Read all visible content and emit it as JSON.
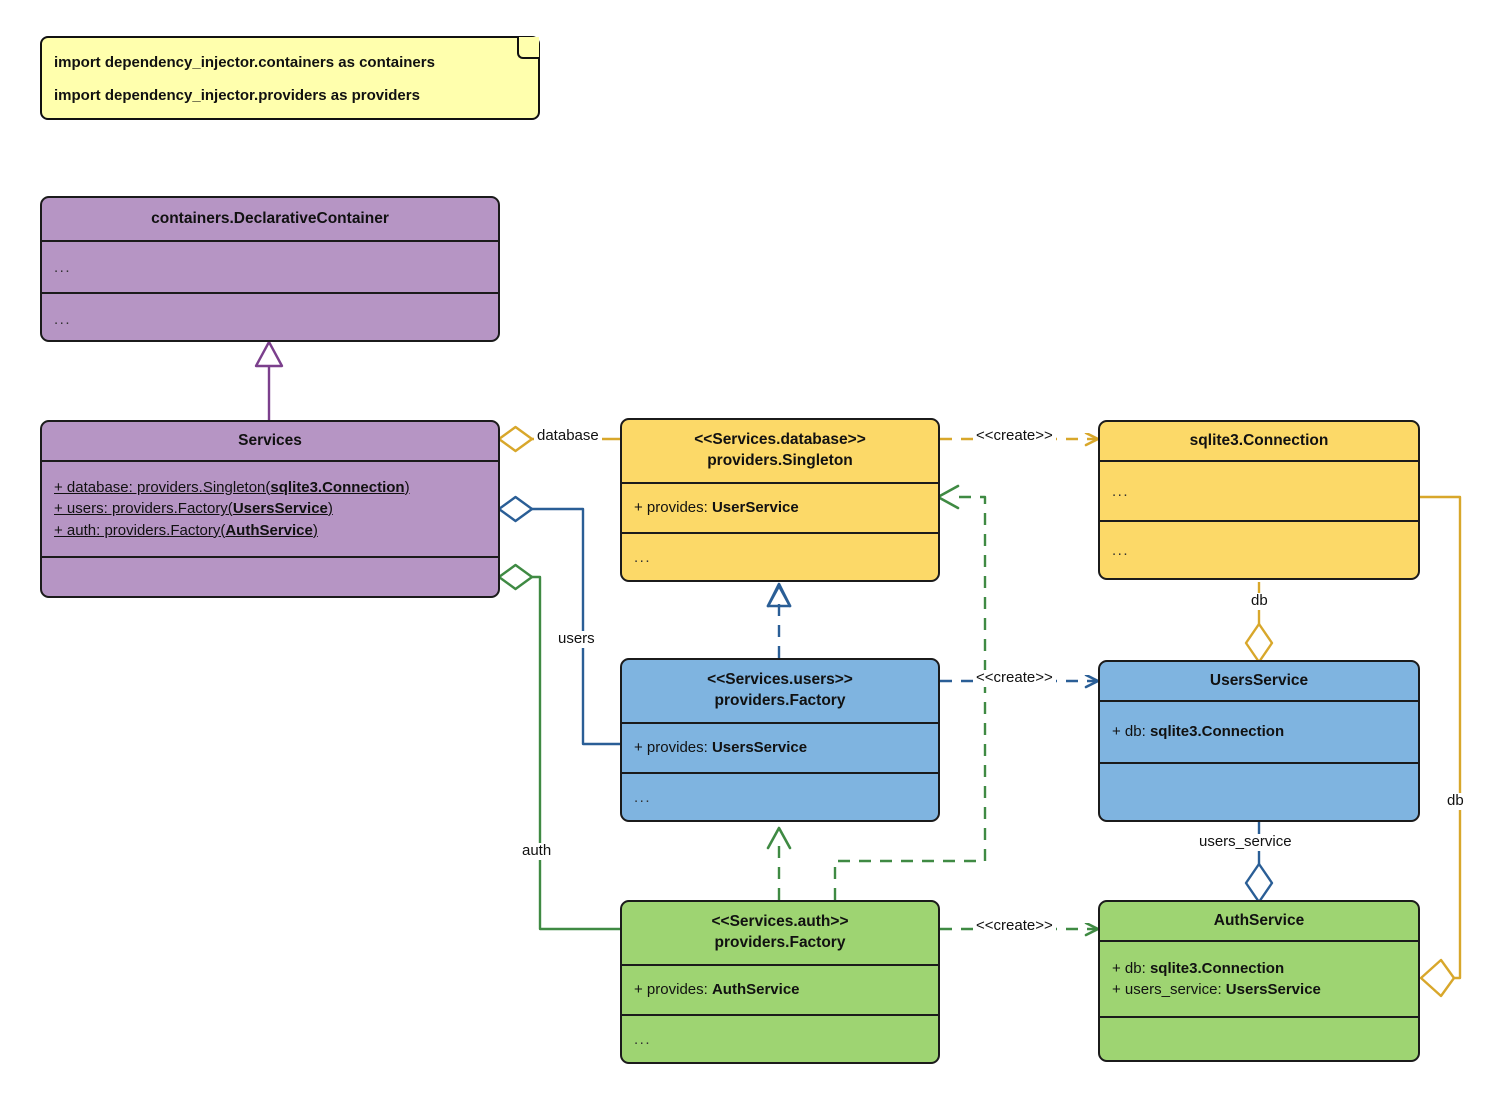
{
  "diagram": {
    "kind": "uml-class-diagram",
    "title": "dependency_injector Services container UML",
    "colors": {
      "purple": "#b695c4",
      "yellow": "#fcd968",
      "blue": "#7fb4e0",
      "green": "#9ed472",
      "note": "#ffffad",
      "outline": "#1b1b1b",
      "purple_edge": "#7b3f8c",
      "yellow_edge": "#d8a72b",
      "blue_edge": "#2a5e96",
      "green_edge": "#3f8a43"
    }
  },
  "note": {
    "name": "imports-note",
    "line1": "import dependency_injector.containers as containers",
    "line2": "import dependency_injector.providers as providers"
  },
  "classes": {
    "declarative_container": {
      "title": "containers.DeclarativeContainer",
      "attrs": "...",
      "methods": "..."
    },
    "services": {
      "title": "Services",
      "attrs": [
        {
          "prefix": "+ database: providers.Singleton(",
          "bold": "sqlite3.Connection",
          "suffix": ")"
        },
        {
          "prefix": "+ users: providers.Factory(",
          "bold": "UsersService",
          "suffix": ")"
        },
        {
          "prefix": "+ auth: providers.Factory(",
          "bold": "AuthService",
          "suffix": ")"
        }
      ],
      "methods": ""
    },
    "provider_database": {
      "stereotype": "<<Services.database>>",
      "title": "providers.Singleton",
      "attr_prefix": "+ provides: ",
      "attr_bold": "UserService",
      "methods": "..."
    },
    "provider_users": {
      "stereotype": "<<Services.users>>",
      "title": "providers.Factory",
      "attr_prefix": "+ provides: ",
      "attr_bold": "UsersService",
      "methods": "..."
    },
    "provider_auth": {
      "stereotype": "<<Services.auth>>",
      "title": "providers.Factory",
      "attr_prefix": "+ provides: ",
      "attr_bold": "AuthService",
      "methods": "..."
    },
    "sqlite_connection": {
      "title": "sqlite3.Connection",
      "attrs": "...",
      "methods": "..."
    },
    "users_service": {
      "title": "UsersService",
      "attr_prefix": "+ db: ",
      "attr_bold": "sqlite3.Connection",
      "methods": ""
    },
    "auth_service": {
      "title": "AuthService",
      "attrs": [
        {
          "prefix": "+ db: ",
          "bold": "sqlite3.Connection",
          "suffix": ""
        },
        {
          "prefix": "+ users_service: ",
          "bold": "UsersService",
          "suffix": ""
        }
      ],
      "methods": ""
    }
  },
  "edges": {
    "label_database": "database",
    "label_users": "users",
    "label_auth": "auth",
    "label_create_1": "<<create>>",
    "label_create_2": "<<create>>",
    "label_create_3": "<<create>>",
    "label_db_top": "db",
    "label_db_right": "db",
    "label_users_service": "users_service"
  }
}
